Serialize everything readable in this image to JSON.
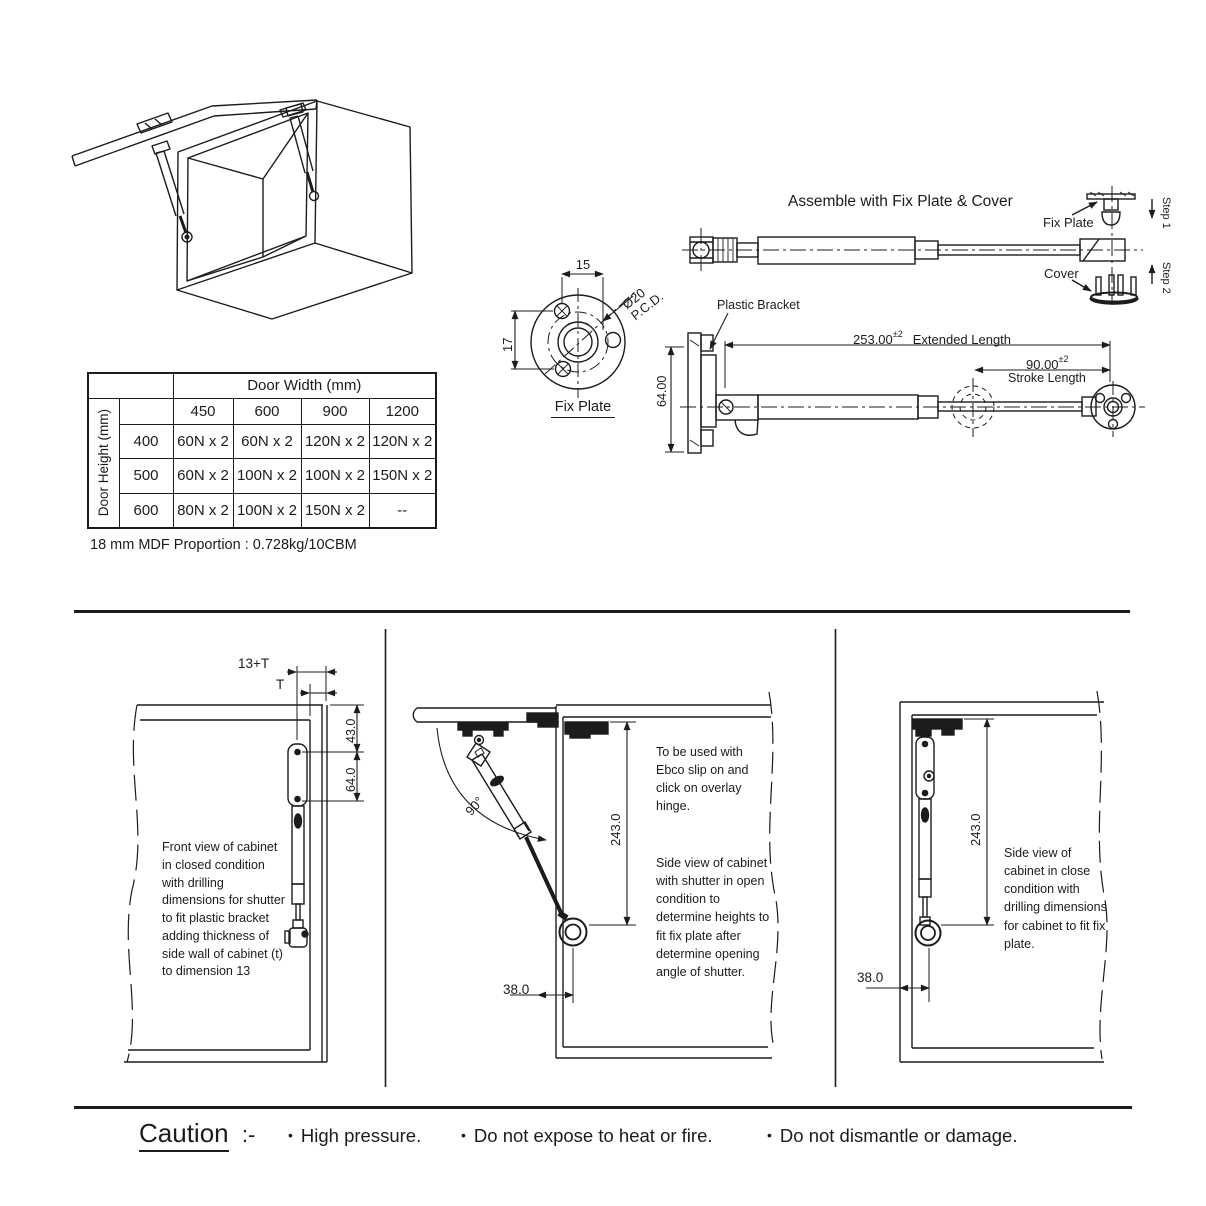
{
  "assembly": {
    "title": "Assemble with Fix Plate & Cover",
    "fix_plate_label": "Fix Plate",
    "cover_label": "Cover",
    "step1_label": "Step 1",
    "step2_label": "Step 2"
  },
  "fix_plate_detail": {
    "dim_width": "15",
    "dim_height": "17",
    "pcd_dia": "Ø20",
    "pcd_label": "P.C.D.",
    "caption": "Fix Plate"
  },
  "side_assembly": {
    "plastic_bracket_label": "Plastic Bracket",
    "extended_value": "253.00",
    "extended_tol": "±2",
    "extended_label": "Extended Length",
    "stroke_value": "90.00",
    "stroke_tol": "±2",
    "stroke_label": "Stroke Length",
    "bracket_height": "64.00"
  },
  "spec_table": {
    "col_group_header": "Door Width (mm)",
    "row_group_header": "Door Height (mm)",
    "widths": [
      "450",
      "600",
      "900",
      "1200"
    ],
    "rows": [
      {
        "height": "400",
        "values": [
          "60N x 2",
          "60N x 2",
          "120N x 2",
          "120N x 2"
        ]
      },
      {
        "height": "500",
        "values": [
          "60N x 2",
          "100N x 2",
          "100N x 2",
          "150N x 2"
        ]
      },
      {
        "height": "600",
        "values": [
          "80N x 2",
          "100N x 2",
          "150N x 2",
          "--"
        ]
      }
    ],
    "note": "18 mm MDF Proportion : 0.728kg/10CBM"
  },
  "front_view_panel": {
    "dim_13t": "13+T",
    "dim_t": "T",
    "dim_43": "43.0",
    "dim_64": "64.0",
    "description": "Front view of cabinet in closed condition with drilling dimensions for shutter to fit plastic bracket adding thickness of side wall of cabinet (t) to dimension 13"
  },
  "open_view_panel": {
    "dim_angle": "90°",
    "dim_243": "243.0",
    "dim_38": "38.0",
    "note_hinge": "To be used with Ebco slip on and click on overlay hinge.",
    "description": "Side view of cabinet with shutter in open condition to determine heights to fit fix plate after determine opening angle of shutter."
  },
  "closed_view_panel": {
    "dim_243": "243.0",
    "dim_38": "38.0",
    "description": "Side view of cabinet in close condition with drilling dimensions for cabinet to fit fix plate."
  },
  "caution": {
    "heading": "Caution",
    "colon": ":-",
    "bullet": "•",
    "items": [
      "High pressure.",
      "Do not expose to heat or fire.",
      "Do not dismantle or damage."
    ]
  }
}
